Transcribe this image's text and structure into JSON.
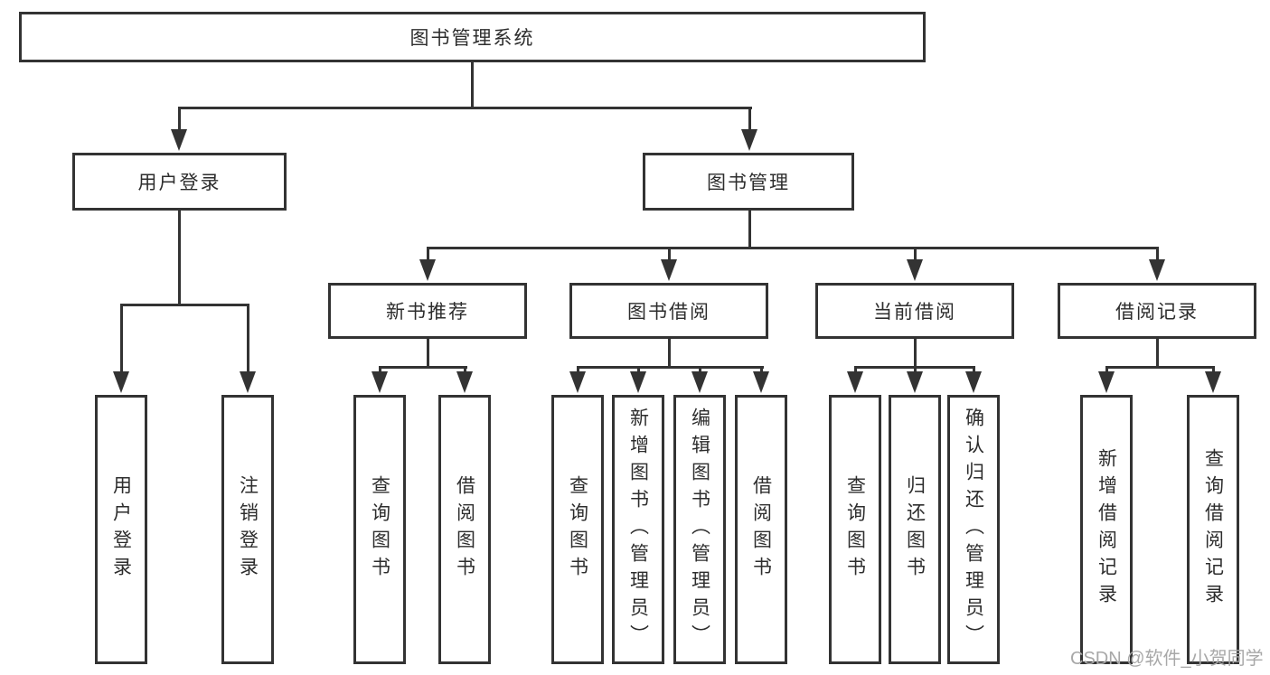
{
  "diagram_title": "图书管理系统",
  "tree": {
    "root": {
      "label": "图书管理系统"
    },
    "branches": [
      {
        "label": "用户登录",
        "children": [
          {
            "label": "用户登录"
          },
          {
            "label": "注销登录"
          }
        ]
      },
      {
        "label": "图书管理",
        "children": [
          {
            "label": "新书推荐",
            "children": [
              {
                "label": "查询图书"
              },
              {
                "label": "借阅图书"
              }
            ]
          },
          {
            "label": "图书借阅",
            "children": [
              {
                "label": "查询图书"
              },
              {
                "label": "新增图书（管理员）"
              },
              {
                "label": "编辑图书（管理员）"
              },
              {
                "label": "借阅图书"
              }
            ]
          },
          {
            "label": "当前借阅",
            "children": [
              {
                "label": "查询图书"
              },
              {
                "label": "归还图书"
              },
              {
                "label": "确认归还（管理员）"
              }
            ]
          },
          {
            "label": "借阅记录",
            "children": [
              {
                "label": "新增借阅记录"
              },
              {
                "label": "查询借阅记录"
              }
            ]
          }
        ]
      }
    ]
  },
  "watermark": "CSDN @软件_小贺同学",
  "colors": {
    "line": "#333333",
    "text": "#2d2d2d",
    "watermark": "#a8a8a8",
    "background": "#ffffff"
  }
}
